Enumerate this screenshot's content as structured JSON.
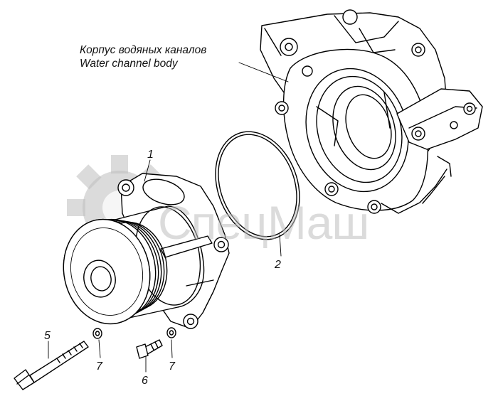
{
  "caption": {
    "line_ru": "Корпус водяных каналов",
    "line_en": "Water channel body"
  },
  "callouts": [
    "1",
    "2",
    "5",
    "6",
    "7",
    "7"
  ],
  "watermark": {
    "text": "СпецМаш",
    "color": "#bdbdbd"
  },
  "colors": {
    "ink": "#000000",
    "background": "#ffffff"
  }
}
